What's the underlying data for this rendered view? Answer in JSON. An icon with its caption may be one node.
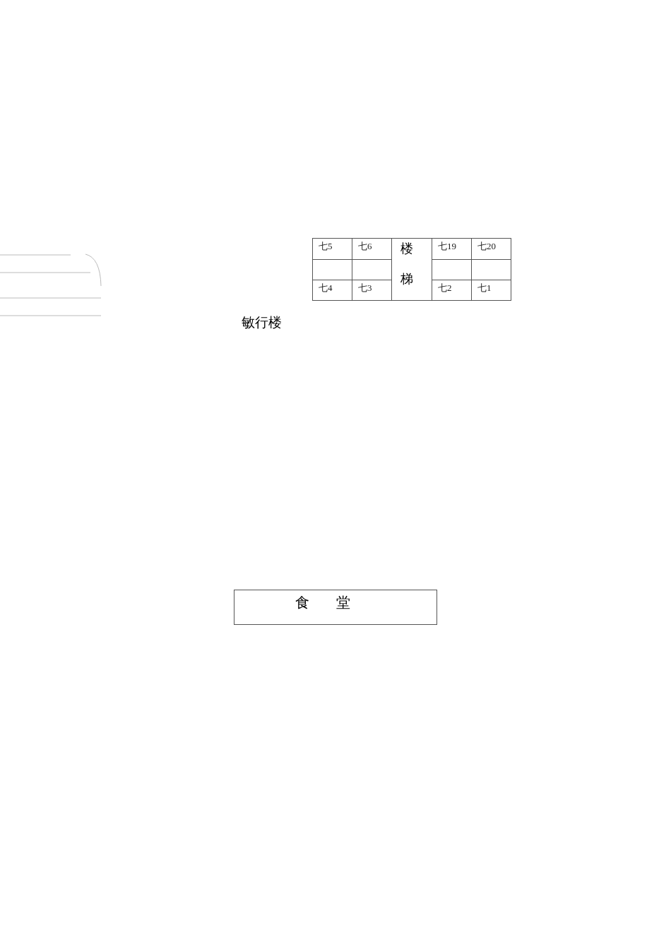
{
  "diagram": {
    "nodes": [
      {
        "text": [
          "七5"
        ]
      },
      {
        "text": [
          "七6"
        ]
      },
      {
        "text": [
          "楼梯"
        ]
      },
      {
        "text": [
          "七19"
        ]
      },
      {
        "text": [
          "七20"
        ]
      },
      {
        "text": [],
        "shape": "box"
      },
      {
        "text": [],
        "shape": "box"
      },
      {
        "text": [],
        "shape": "box"
      },
      {
        "text": [],
        "shape": "box"
      },
      {
        "text": [
          "七4"
        ]
      },
      {
        "text": [
          "七3"
        ]
      },
      {
        "text": [
          "七2"
        ]
      },
      {
        "text": [
          "七1"
        ]
      },
      {
        "text": [
          "食 堂"
        ]
      }
    ],
    "labels": [
      "敏行楼"
    ]
  }
}
